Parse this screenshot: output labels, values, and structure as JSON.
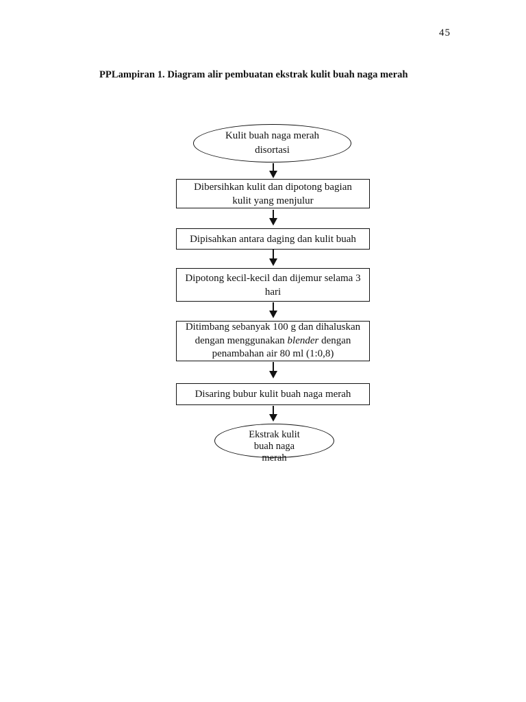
{
  "page": {
    "number": "45",
    "title": "PPLampiran 1. Diagram alir pembuatan ekstrak kulit buah naga merah"
  },
  "flowchart": {
    "start": {
      "shape": "ellipse",
      "lines": [
        "Kulit buah naga merah",
        "disortasi"
      ]
    },
    "steps": [
      {
        "shape": "rect",
        "lines": [
          "Dibersihkan kulit dan dipotong bagian",
          "kulit yang menjulur"
        ]
      },
      {
        "shape": "rect",
        "lines": [
          "Dipisahkan antara daging dan kulit buah"
        ]
      },
      {
        "shape": "rect",
        "lines": [
          "Dipotong kecil-kecil dan dijemur selama 3",
          "hari"
        ]
      },
      {
        "shape": "rect",
        "line1": "Ditimbang sebanyak 100 g dan dihaluskan",
        "line2_pre": "dengan menggunakan ",
        "line2_italic": "blender",
        "line2_post": "  dengan",
        "line3": "penambahan air 80 ml (1:0,8)"
      },
      {
        "shape": "rect",
        "lines": [
          "Disaring bubur kulit buah naga merah"
        ]
      }
    ],
    "end": {
      "shape": "ellipse",
      "lines": [
        "Ekstrak kulit",
        "buah naga",
        "merah"
      ]
    }
  },
  "colors": {
    "ink": "#121212",
    "background": "#ffffff"
  }
}
